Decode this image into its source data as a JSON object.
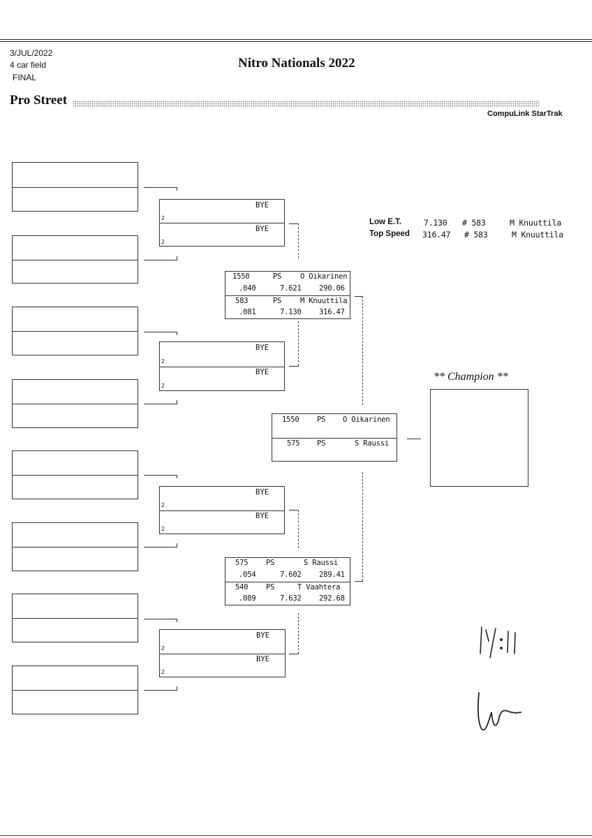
{
  "header": {
    "date": "3/JUL/2022",
    "field": "4 car field",
    "round": "FINAL",
    "title": "Nitro Nationals 2022",
    "class_name": "Pro Street",
    "brand": "CompuLink StarTrak"
  },
  "stats": {
    "low_et": {
      "label": "Low  E.T.",
      "value": "7.130",
      "number": "# 583",
      "driver": "M Knuuttila"
    },
    "top_speed": {
      "label": "Top Speed",
      "value": "316.47",
      "number": "# 583",
      "driver": "M Knuuttila"
    }
  },
  "bye_text": "BYE",
  "lane_marker": "2",
  "semis": [
    {
      "top": {
        "number": "1550",
        "class": "PS",
        "driver": "O Oikarinen",
        "rt": ".040",
        "et": "7.621",
        "mph": "290.06"
      },
      "bottom": {
        "number": "583",
        "class": "PS",
        "driver": "M Knuuttila",
        "rt": ".081",
        "et": "7.130",
        "mph": "316.47"
      }
    },
    {
      "top": {
        "number": "575",
        "class": "PS",
        "driver": "S Raussi",
        "rt": ".054",
        "et": "7.602",
        "mph": "289.41"
      },
      "bottom": {
        "number": "540",
        "class": "PS",
        "driver": "T Vaahtera",
        "rt": ".089",
        "et": "7.632",
        "mph": "292.68"
      }
    }
  ],
  "final": {
    "top": {
      "number": "1550",
      "class": "PS",
      "driver": "O Oikarinen"
    },
    "bottom": {
      "number": "575",
      "class": "PS",
      "driver": "S Raussi"
    }
  },
  "champion_label": "** Champion **",
  "handwriting": {
    "time": "14:11"
  }
}
